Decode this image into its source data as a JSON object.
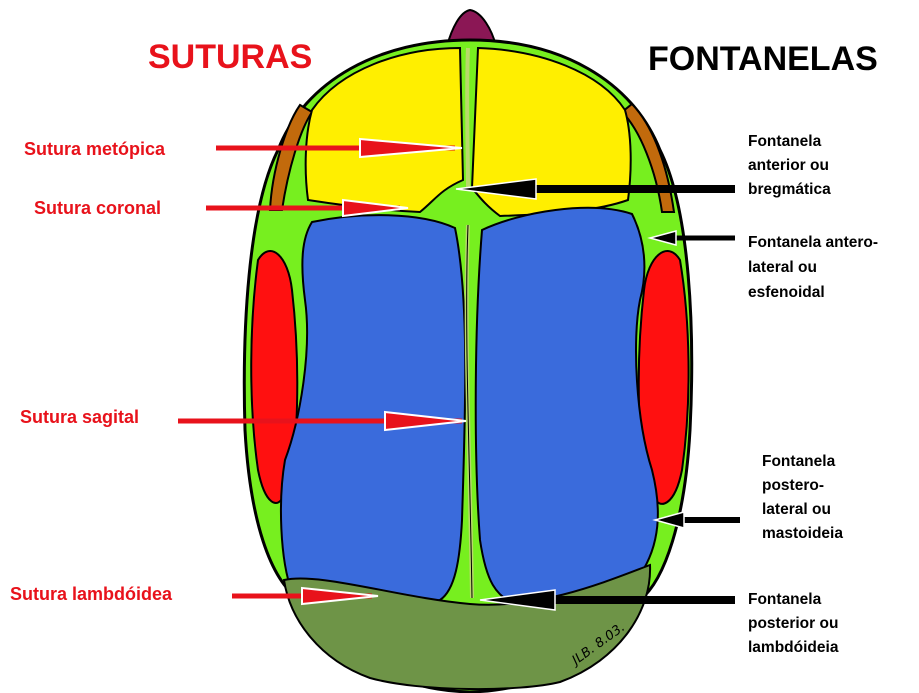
{
  "headings": {
    "left": "SUTURAS",
    "right": "FONTANELAS"
  },
  "sutures": [
    {
      "id": "metopica",
      "label": "Sutura metópica"
    },
    {
      "id": "coronal",
      "label": "Sutura coronal"
    },
    {
      "id": "sagital",
      "label": "Sutura sagital"
    },
    {
      "id": "lambdoidea",
      "label": "Sutura lambdóidea"
    }
  ],
  "fontanelles": [
    {
      "id": "anterior",
      "lines": [
        "Fontanela",
        "anterior ou",
        "bregmática"
      ]
    },
    {
      "id": "anterolateral",
      "lines": [
        "Fontanela antero-",
        "lateral ou",
        "esfenoidal"
      ]
    },
    {
      "id": "posterolateral",
      "lines": [
        "Fontanela",
        "postero-",
        "lateral ou",
        "mastoideia"
      ]
    },
    {
      "id": "posterior",
      "lines": [
        "Fontanela",
        "posterior ou",
        "lambdóideia"
      ]
    }
  ],
  "signature": "JLB. 8.03.",
  "colors": {
    "suture_label": "#e8121b",
    "fontanelle_label": "#000000",
    "frontal_bone": "#ffef00",
    "parietal_bone": "#3a6bdc",
    "temporal_bone": "#ff1010",
    "occipital_bone": "#6e9447",
    "sphenoid_bone": "#c26a0c",
    "nasal_tip": "#8b1755",
    "membrane": "#77ef1f",
    "suture_line": "#b8d96a"
  }
}
